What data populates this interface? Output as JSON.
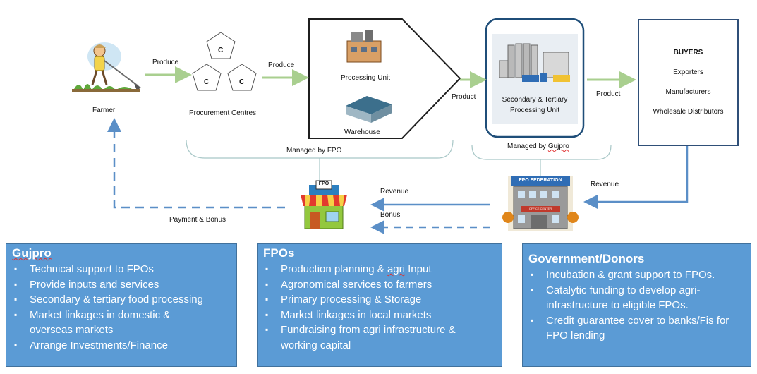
{
  "farmer": {
    "label": "Farmer",
    "icon": "farmer-icon"
  },
  "arrows": {
    "produce_1": "Produce",
    "produce_2": "Produce",
    "product_1": "Product",
    "product_2": "Product",
    "revenue_1": "Revenue",
    "revenue_2": "Revenue",
    "bonus": "Bonus",
    "payment_bonus": "Payment & Bonus"
  },
  "procurement": {
    "label": "Procurement Centres",
    "centres": [
      "C",
      "C",
      "C"
    ]
  },
  "fpo_unit": {
    "processing_label": "Processing Unit",
    "warehouse_label": "Warehouse",
    "managed_label": "Managed by FPO"
  },
  "secondary": {
    "label_line1": "Secondary & Tertiary",
    "label_line2": "Processing Unit",
    "managed_prefix": "Managed by ",
    "managed_name": "Gujpro"
  },
  "buyers": {
    "title": "BUYERS",
    "items": [
      "Exporters",
      "Manufacturers",
      "Wholesale Distributors"
    ]
  },
  "fpo_shop": {
    "sign": "FPO"
  },
  "federation": {
    "sign": "FPO FEDERATION",
    "board": "OFFICE CENTER"
  },
  "panels": {
    "gujpro": {
      "title": "Gujpro",
      "items": [
        "Technical support to FPOs",
        "Provide inputs and services",
        "Secondary & tertiary food processing",
        "Market linkages in domestic & overseas markets",
        "Arrange Investments/Finance"
      ]
    },
    "fpos": {
      "title": "FPOs",
      "items": [
        "Production planning & agri Input",
        "Agronomical services to farmers",
        "Primary processing & Storage",
        "Market linkages in local markets",
        "Fundraising from agri infrastructure & working capital"
      ]
    },
    "government": {
      "title": "Government/Donors",
      "items": [
        "Incubation & grant support to FPOs.",
        "Catalytic funding to develop agri-infrastructure to eligible FPOs.",
        "Credit guarantee cover to banks/Fis for FPO lending"
      ]
    }
  },
  "colors": {
    "flow_arrow": "#a9cf8f",
    "return_arrow": "#5b8fc7",
    "panel_fill": "#5b9bd5",
    "frame": "#2f4f78"
  }
}
